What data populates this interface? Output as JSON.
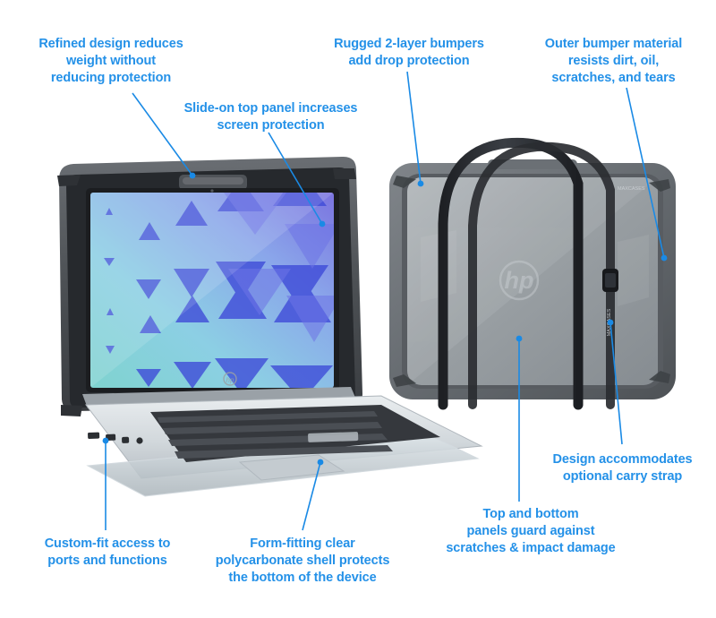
{
  "page": {
    "background_color": "#ffffff",
    "accent_color": "#2491e8",
    "callout_line_color": "#1a8ae5"
  },
  "callouts": [
    {
      "id": "refined-design",
      "lines": [
        "Refined design reduces",
        "weight without",
        "reducing protection"
      ]
    },
    {
      "id": "slide-on-panel",
      "lines": [
        "Slide-on top panel increases",
        "screen protection"
      ]
    },
    {
      "id": "rugged-bumpers",
      "lines": [
        "Rugged 2-layer bumpers",
        "add drop protection"
      ]
    },
    {
      "id": "outer-bumper",
      "lines": [
        "Outer bumper material",
        "resists dirt, oil,",
        "scratches, and tears"
      ]
    },
    {
      "id": "carry-strap",
      "lines": [
        "Design accommodates",
        "optional carry strap"
      ]
    },
    {
      "id": "top-bottom-panels",
      "lines": [
        "Top and bottom",
        "panels guard against",
        "scratches & impact damage"
      ]
    },
    {
      "id": "port-access",
      "lines": [
        "Custom-fit access to",
        "ports and functions"
      ]
    },
    {
      "id": "polycarbonate",
      "lines": [
        "Form-fitting clear",
        "polycarbonate shell protects",
        "the bottom of the device"
      ]
    }
  ],
  "products": {
    "laptop": {
      "name": "laptop-in-rugged-case-open",
      "brand_logo": "hp-logo",
      "screen_wallpaper": "triangle-pattern-gradient",
      "bumper_color": "#55585c",
      "shell_color": "#cfd6da",
      "body_color": "#c8cdd2",
      "keyboard_color": "#3a3d42",
      "screen_gradient_from": "#86d8d2",
      "screen_gradient_to": "#6f6ad8"
    },
    "case": {
      "name": "closed-case-with-carry-strap",
      "brand_logo": "hp-logo",
      "bumper_color": "#6e7378",
      "panel_color": "#9ba0a4",
      "strap_color": "#2b2d31",
      "strap_brand_mark": "maxcases-logo"
    }
  }
}
